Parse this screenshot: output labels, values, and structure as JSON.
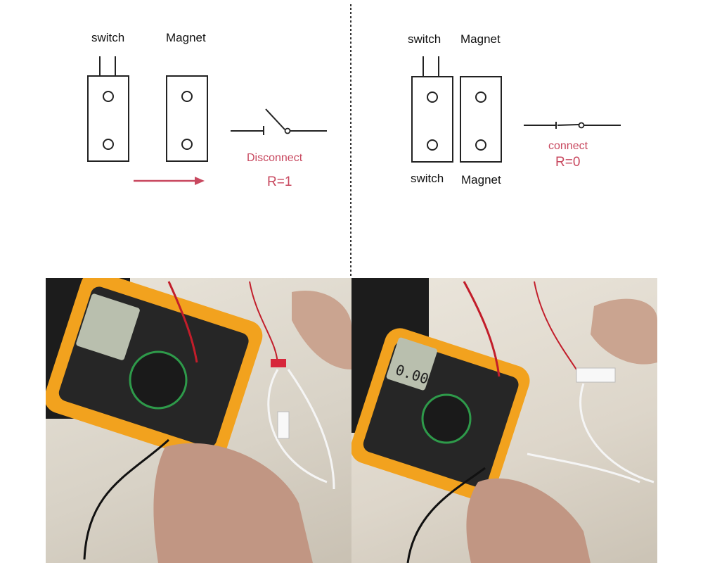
{
  "left_diagram": {
    "switch_label": "switch",
    "magnet_label": "Magnet",
    "state_label": "Disconnect",
    "resistance_label": "R=1"
  },
  "right_diagram": {
    "switch_label_top": "switch",
    "magnet_label_top": "Magnet",
    "switch_label_bottom": "switch",
    "magnet_label_bottom": "Magnet",
    "state_label": "connect",
    "resistance_label": "R=0"
  },
  "colors": {
    "accent_red": "#c8485f",
    "line": "#222222",
    "meter_body": "#f2a21e"
  },
  "photos": {
    "left_meter_display": "",
    "right_meter_display": "0.00"
  }
}
